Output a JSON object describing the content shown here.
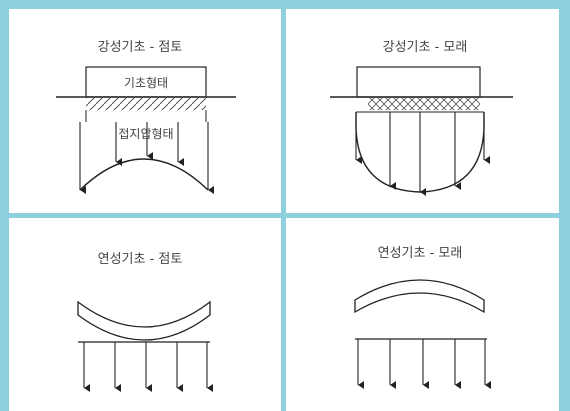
{
  "panels": [
    {
      "title": "강성기초 - 점토",
      "footing_label": "기초형태",
      "pressure_label": "접지압형태"
    },
    {
      "title": "강성기초 - 모래"
    },
    {
      "title": "연성기초 - 점토"
    },
    {
      "title": "연성기초 - 모래"
    }
  ],
  "colors": {
    "frame": "#8fd0de",
    "ink": "#222222",
    "text": "#444444"
  }
}
